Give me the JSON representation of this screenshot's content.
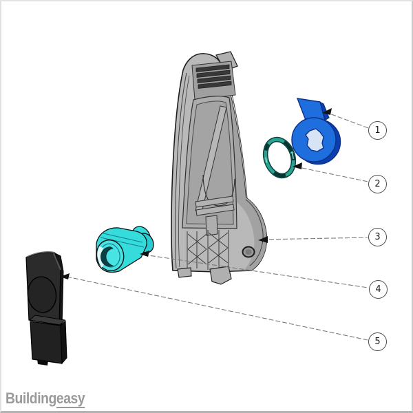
{
  "watermark": {
    "brand_prefix": "Building",
    "brand_suffix": "easy"
  },
  "callouts": [
    {
      "number": "1"
    },
    {
      "number": "2"
    },
    {
      "number": "3"
    },
    {
      "number": "4"
    },
    {
      "number": "5"
    }
  ],
  "colors": {
    "cam_blue": "#1e6fdd",
    "cam_blue_dark": "#0c3fae",
    "ring_teal": "#2aa392",
    "ring_teal_dark": "#0a423e",
    "cyl_cyan": "#36dcdc",
    "cyl_cyan_dark": "#0d7f8c",
    "housing_fill": "#b9b9b9",
    "housing_shade": "#a2a2a2",
    "cover_fill": "#2b2b2b",
    "leader_gray": "#7a7a7a",
    "logo_gray": "#9a9a9a"
  }
}
